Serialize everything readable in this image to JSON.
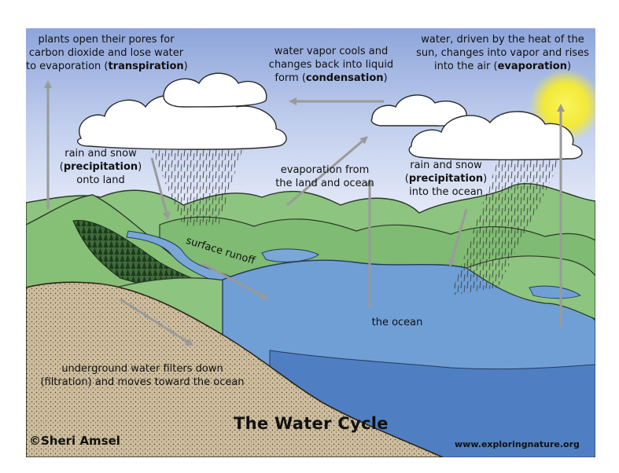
{
  "colors": {
    "sky_top": "#8fa6dc",
    "sky_bottom": "#eef2fb",
    "hills": "#8cc47c",
    "hills_dark": "#5e9a55",
    "ocean": "#6f9fd4",
    "ocean_deep": "#4f7fc0",
    "ground": "#c9b99a",
    "sun": "#f6ef3c",
    "arrow": "#999999"
  },
  "labels": {
    "transpiration": {
      "line1": "plants open their pores for",
      "line2": "carbon dioxide and lose water",
      "line3_pre": "to evaporation (",
      "line3_bold": "transpiration",
      "line3_post": ")"
    },
    "condensation": {
      "line1": "water vapor cools and",
      "line2": "changes back into liquid",
      "line3_pre": "form (",
      "line3_bold": "condensation",
      "line3_post": ")"
    },
    "evaporation": {
      "line1": "water, driven by the heat of the",
      "line2": "sun, changes into vapor and rises",
      "line3_pre": "into the air (",
      "line3_bold": "evaporation",
      "line3_post": ")"
    },
    "precip_land": {
      "line1": "rain and snow",
      "line2_pre": "(",
      "line2_bold": "precipitation",
      "line2_post": ")",
      "line3": "onto land"
    },
    "evap_land": {
      "line1": "evaporation from",
      "line2": "the land and ocean"
    },
    "precip_ocean": {
      "line1": "rain and snow",
      "line2_pre": "(",
      "line2_bold": "precipitation",
      "line2_post": ")",
      "line3": "into the ocean"
    },
    "runoff": "surface runoff",
    "ocean": "the ocean",
    "filtration": {
      "line1": "underground water filters down",
      "line2": "(filtration) and moves toward the ocean"
    }
  },
  "title": "The Water Cycle",
  "credit": "©Sheri Amsel",
  "website": "www.exploringnature.org"
}
